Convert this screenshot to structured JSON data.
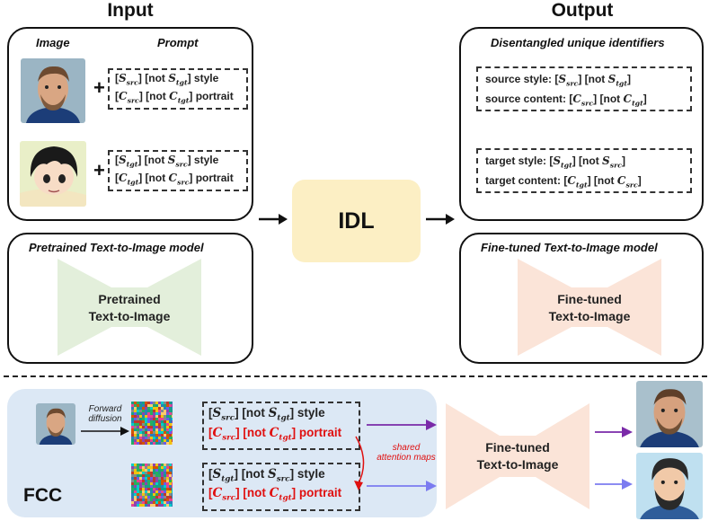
{
  "input_title": "Input",
  "output_title": "Output",
  "input_panel": {
    "image_header": "Image",
    "prompt_header": "Prompt",
    "pair1": {
      "line1_tail": "style",
      "line2_tail": "portrait"
    },
    "pair2": {
      "line1_tail": "style",
      "line2_tail": "portrait"
    }
  },
  "pretrained_panel": {
    "header": "Pretrained Text-to-Image model",
    "model_label_line1": "Pretrained",
    "model_label_line2": "Text-to-Image"
  },
  "idl_label": "IDL",
  "output_panel": {
    "header": "Disentangled unique identifiers",
    "source_style_label": "source style:",
    "source_content_label": "source content:",
    "target_style_label": "target style:",
    "target_content_label": "target content:"
  },
  "finetuned_panel": {
    "header": "Fine-tuned Text-to-Image model",
    "model_label_line1": "Fine-tuned",
    "model_label_line2": "Text-to-Image"
  },
  "fcc": {
    "label": "FCC",
    "forward_line1": "Forward",
    "forward_line2": "diffusion",
    "shared_line1": "shared",
    "shared_line2": "attention maps",
    "prompt1_line1_tail": "style",
    "prompt1_line2_tail": "portrait",
    "prompt2_line1_tail": "style",
    "prompt2_line2_tail": "portrait",
    "model_label_line1": "Fine-tuned",
    "model_label_line2": "Text-to-Image"
  },
  "token_text": {
    "bracket_not": "not",
    "S": "S",
    "C": "C",
    "src": "src",
    "tgt": "tgt"
  },
  "colors": {
    "idl_fill": "#fcefc4",
    "pretrained_hourglass": "#e3efdb",
    "finetuned_hourglass": "#fbe4d8",
    "fcc_background": "#dce8f5",
    "red_prompt": "#e01010",
    "arrow_purple": "#7a2aa8",
    "arrow_blue": "#7b7bf0",
    "shared_arrow": "#e01010"
  },
  "icons": [
    "arrow-right-icon",
    "plus-icon",
    "hourglass-model-icon",
    "noise-image-icon",
    "portrait-photo-icon",
    "anime-image-icon"
  ]
}
